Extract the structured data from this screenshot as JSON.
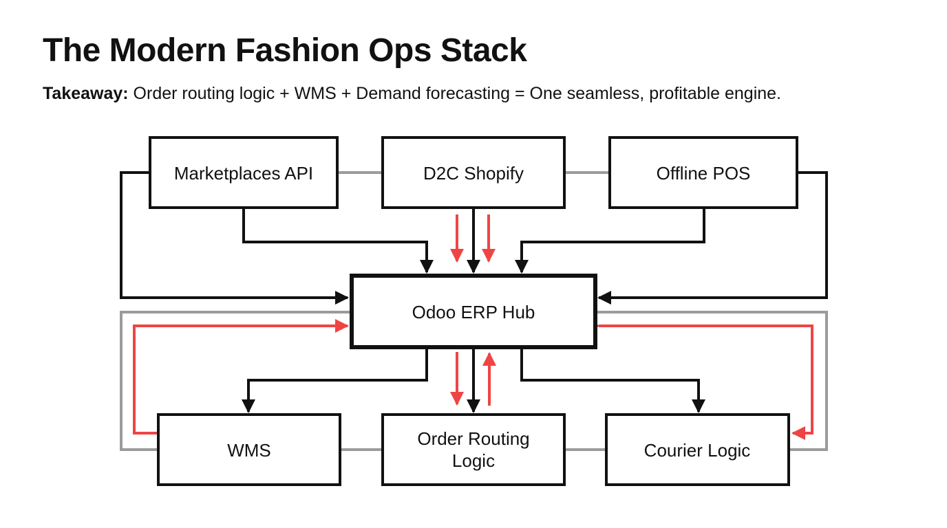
{
  "slide": {
    "title": "The Modern Fashion Ops Stack",
    "takeaway_lead": "Takeaway:",
    "takeaway_text": " Order routing logic + WMS + Demand forecasting = One seamless, profitable engine."
  },
  "diagram": {
    "nodes": {
      "marketplaces": {
        "label": "Marketplaces API"
      },
      "shopify": {
        "label": "D2C Shopify"
      },
      "pos": {
        "label": "Offline POS"
      },
      "hub": {
        "label": "Odoo ERP Hub"
      },
      "wms": {
        "label": "WMS"
      },
      "routing": {
        "label_line1": "Order Routing",
        "label_line2": "Logic"
      },
      "courier": {
        "label": "Courier Logic"
      }
    },
    "colors": {
      "primary_flow": "#111111",
      "feedback_flow": "#ef4444",
      "peer_link": "#9b9b9b"
    }
  }
}
